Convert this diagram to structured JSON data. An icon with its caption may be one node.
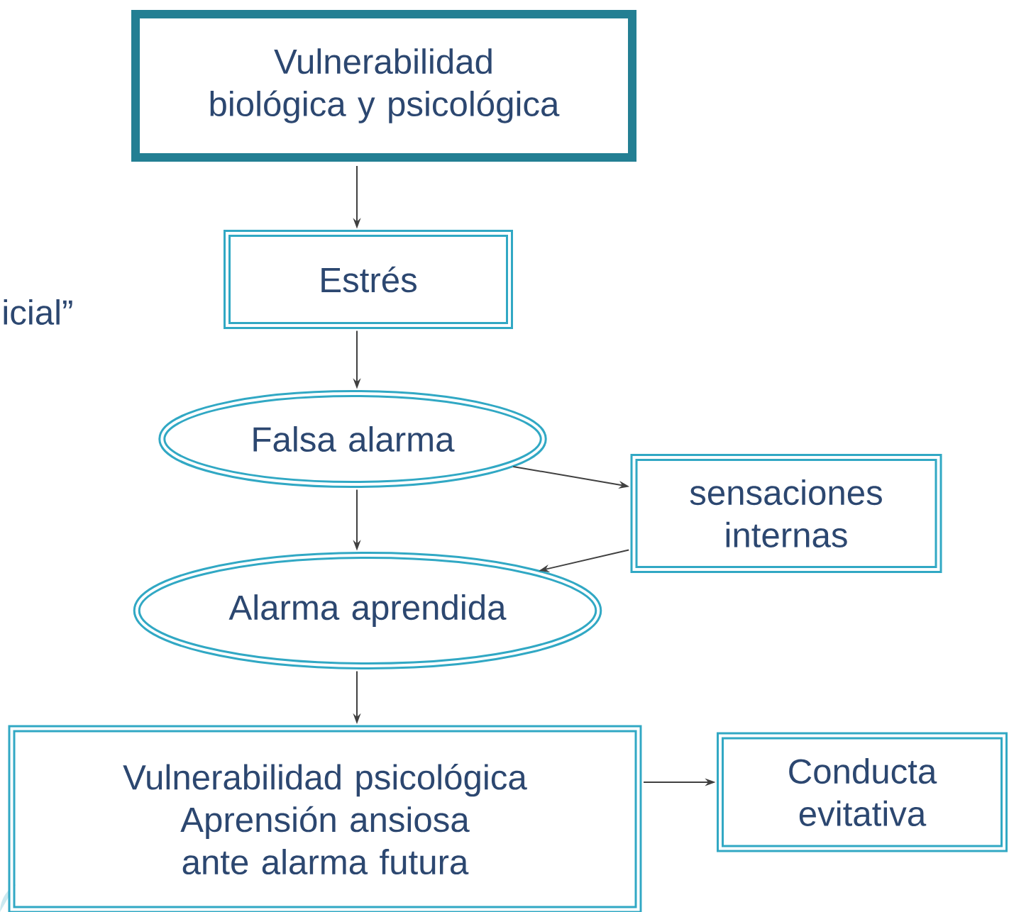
{
  "diagram": {
    "nodes": [
      {
        "text": [
          "Vulnerabilidad biológica y psicológica"
        ]
      },
      {
        "text": [
          "Estrés"
        ]
      },
      {
        "text": [
          "Falsa alarma"
        ]
      },
      {
        "text": [
          "sensaciones internas"
        ]
      },
      {
        "text": [
          "Alarma aprendida"
        ]
      },
      {
        "text": [
          "Vulnerabilidad psicológica",
          "Aprensión ansiosa ante alarma futura"
        ]
      },
      {
        "text": [
          "Conducta evitativa"
        ]
      }
    ],
    "edges": [
      {
        "from": 0,
        "to": 1,
        "arrow": "to"
      },
      {
        "from": 1,
        "to": 2,
        "arrow": "to"
      },
      {
        "from": 2,
        "to": 3,
        "arrow": "to"
      },
      {
        "from": 3,
        "to": 4,
        "arrow": "to"
      },
      {
        "from": 2,
        "to": 4,
        "arrow": "to"
      },
      {
        "from": 4,
        "to": 5,
        "arrow": "to"
      },
      {
        "from": 5,
        "to": 6,
        "arrow": "to"
      }
    ],
    "labels": [
      "icial”"
    ]
  }
}
